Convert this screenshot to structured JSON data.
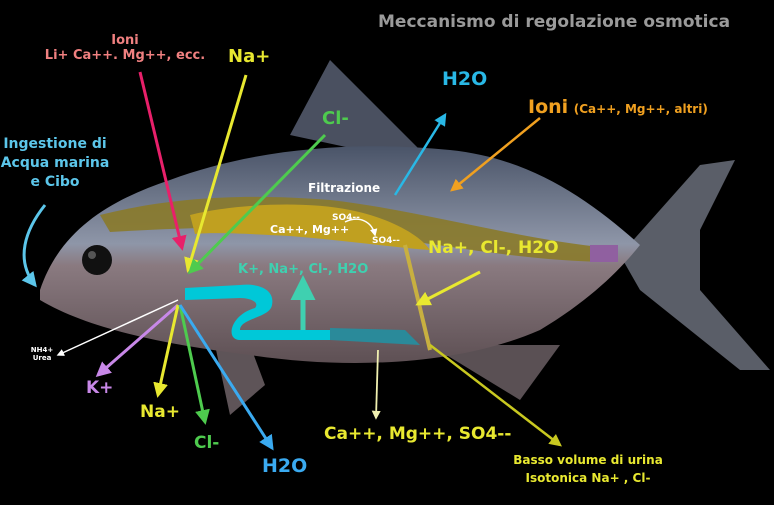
{
  "title": "Meccanismo di regolazione osmotica",
  "labels": {
    "ioni_top": {
      "line1": "Ioni",
      "line2": "Li+ Ca++. Mg++, ecc."
    },
    "na_top": "Na+",
    "cl_top": "Cl-",
    "h2o_top": "H2O",
    "ioni_right": {
      "main": "Ioni",
      "detail": "(Ca++, Mg++, altri)"
    },
    "ingestione": [
      "Ingestione di",
      "Acqua marina",
      "e Cibo"
    ],
    "filtrazione": "Filtrazione",
    "so4_a": "SO4--",
    "so4_b": "SO4--",
    "gill_ions": "Ca++, Mg++",
    "intestine_ions": "K+, Na+, Cl-, H2O",
    "kidney_out": "Na+, Cl-, H2O",
    "nh4": "NH4+",
    "urea": "Urea",
    "k_out": "K+",
    "na_out": "Na+",
    "cl_out": "Cl-",
    "h2o_out": "H2O",
    "excreted": "Ca++, Mg++, SO4--",
    "urine": {
      "line1": "Basso volume di urina",
      "line2": "Isotonica  Na+ ,  Cl-"
    }
  },
  "colors": {
    "background": "#000000",
    "title": "#9a9a9a",
    "pink": "#f08080",
    "magenta": "#e8206a",
    "yellow": "#e8e830",
    "green": "#4ecb4e",
    "cyan": "#29b8e6",
    "orange": "#f0a020",
    "cyan_light": "#5cc6ea",
    "white": "#ffffff",
    "gold": "#e8d020",
    "teal": "#3fd0b0",
    "lavender": "#c888e8",
    "olive": "#c8c820",
    "blue": "#3aaaf0",
    "cream": "#f0f0b0",
    "fish_back": "#5a6478",
    "fish_belly": "#8a7c80",
    "kidney": "#8a7a2a",
    "gut": "#00c8d8",
    "bladder": "#9060a0"
  }
}
